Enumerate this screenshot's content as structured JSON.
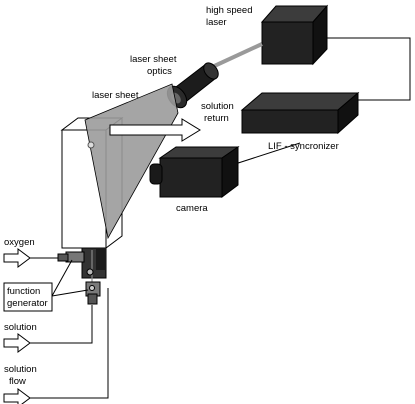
{
  "labels": {
    "high_speed_laser_line1": "high speed",
    "high_speed_laser_line2": "laser",
    "laser_sheet_optics_line1": "laser sheet",
    "laser_sheet_optics_line2": "optics",
    "laser_sheet": "laser sheet",
    "solution_return_line1": "solution",
    "solution_return_line2": "return",
    "lif_syncronizer": "LIF - syncronizer",
    "camera": "camera",
    "oxygen": "oxygen",
    "function_generator_line1": "function",
    "function_generator_line2": "generator",
    "solution": "solution",
    "solution_flow_line1": "solution",
    "solution_flow_line2": "flow"
  }
}
